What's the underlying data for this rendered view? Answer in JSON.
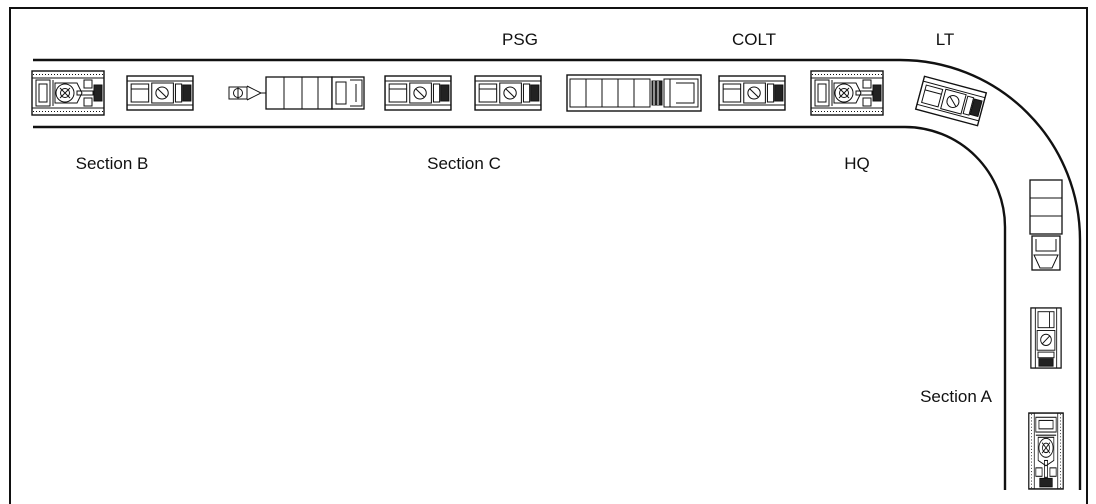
{
  "labels": {
    "psg": "PSG",
    "colt": "COLT",
    "lt": "LT",
    "section_b": "Section B",
    "section_c": "Section C",
    "hq": "HQ",
    "section_a": "Section A"
  },
  "vehicles": [
    "tank-icon",
    "apc-icon",
    "towed-gun-truck-icon",
    "apc-icon",
    "apc-icon",
    "long-truck-icon",
    "apc-icon",
    "tank-icon",
    "apc-icon",
    "truck-icon",
    "apc-icon",
    "tank-icon"
  ],
  "colors": {
    "line": "#111111",
    "background": "#ffffff"
  }
}
